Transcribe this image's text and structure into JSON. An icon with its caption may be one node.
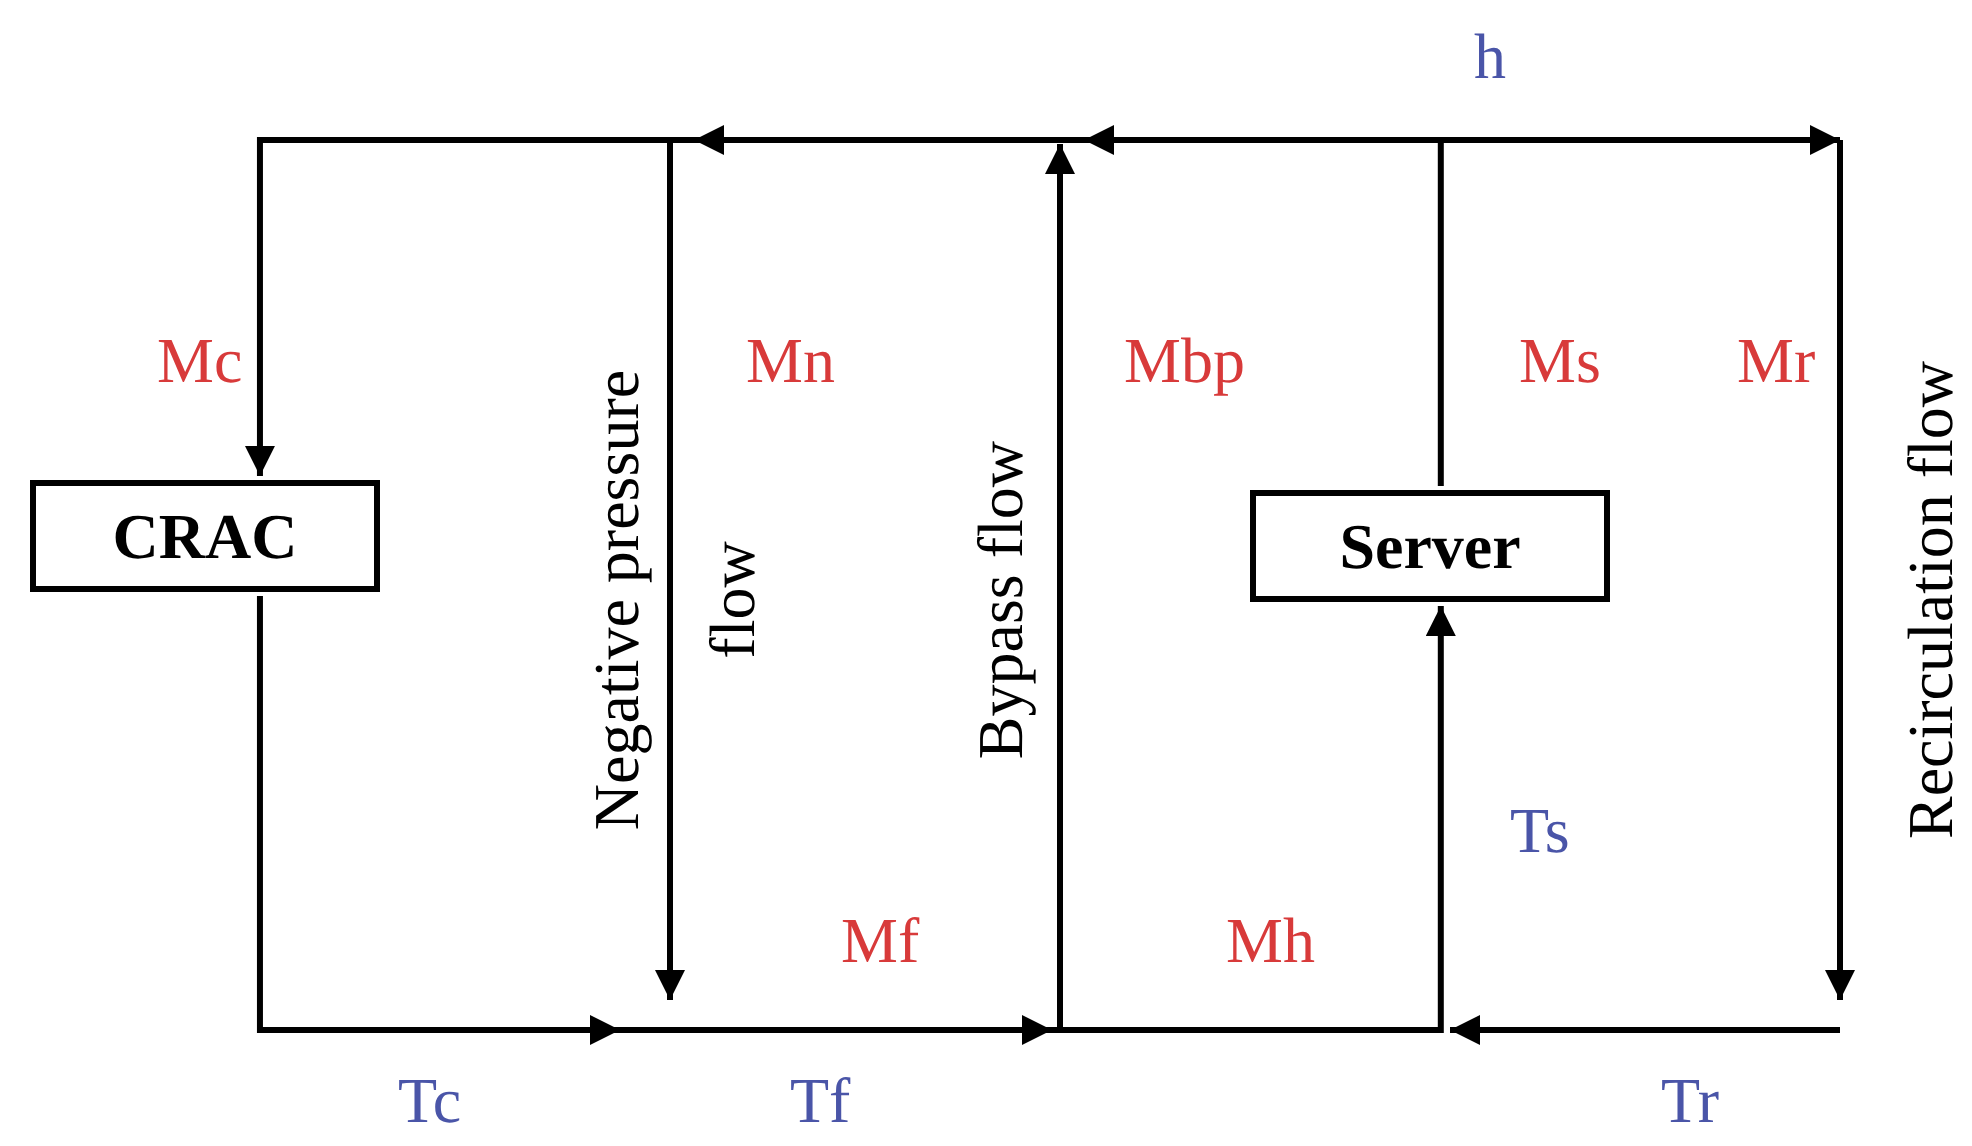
{
  "diagram": {
    "nodes": [
      {
        "text": [
          "CRAC"
        ]
      },
      {
        "text": [
          "Server"
        ]
      }
    ],
    "edges": [
      {
        "from": 1,
        "to": 0,
        "arrow": "to"
      },
      {
        "from": 0,
        "to": 1,
        "arrow": "to"
      }
    ],
    "labels": [
      "h",
      "Mc",
      "Mn",
      "Mbp",
      "Ms",
      "Mr",
      "Negative pressure flow",
      "Bypass flow",
      "Recirculation flow",
      "Ts",
      "Mf",
      "Mh",
      "Tc",
      "Tf",
      "Tr"
    ]
  }
}
